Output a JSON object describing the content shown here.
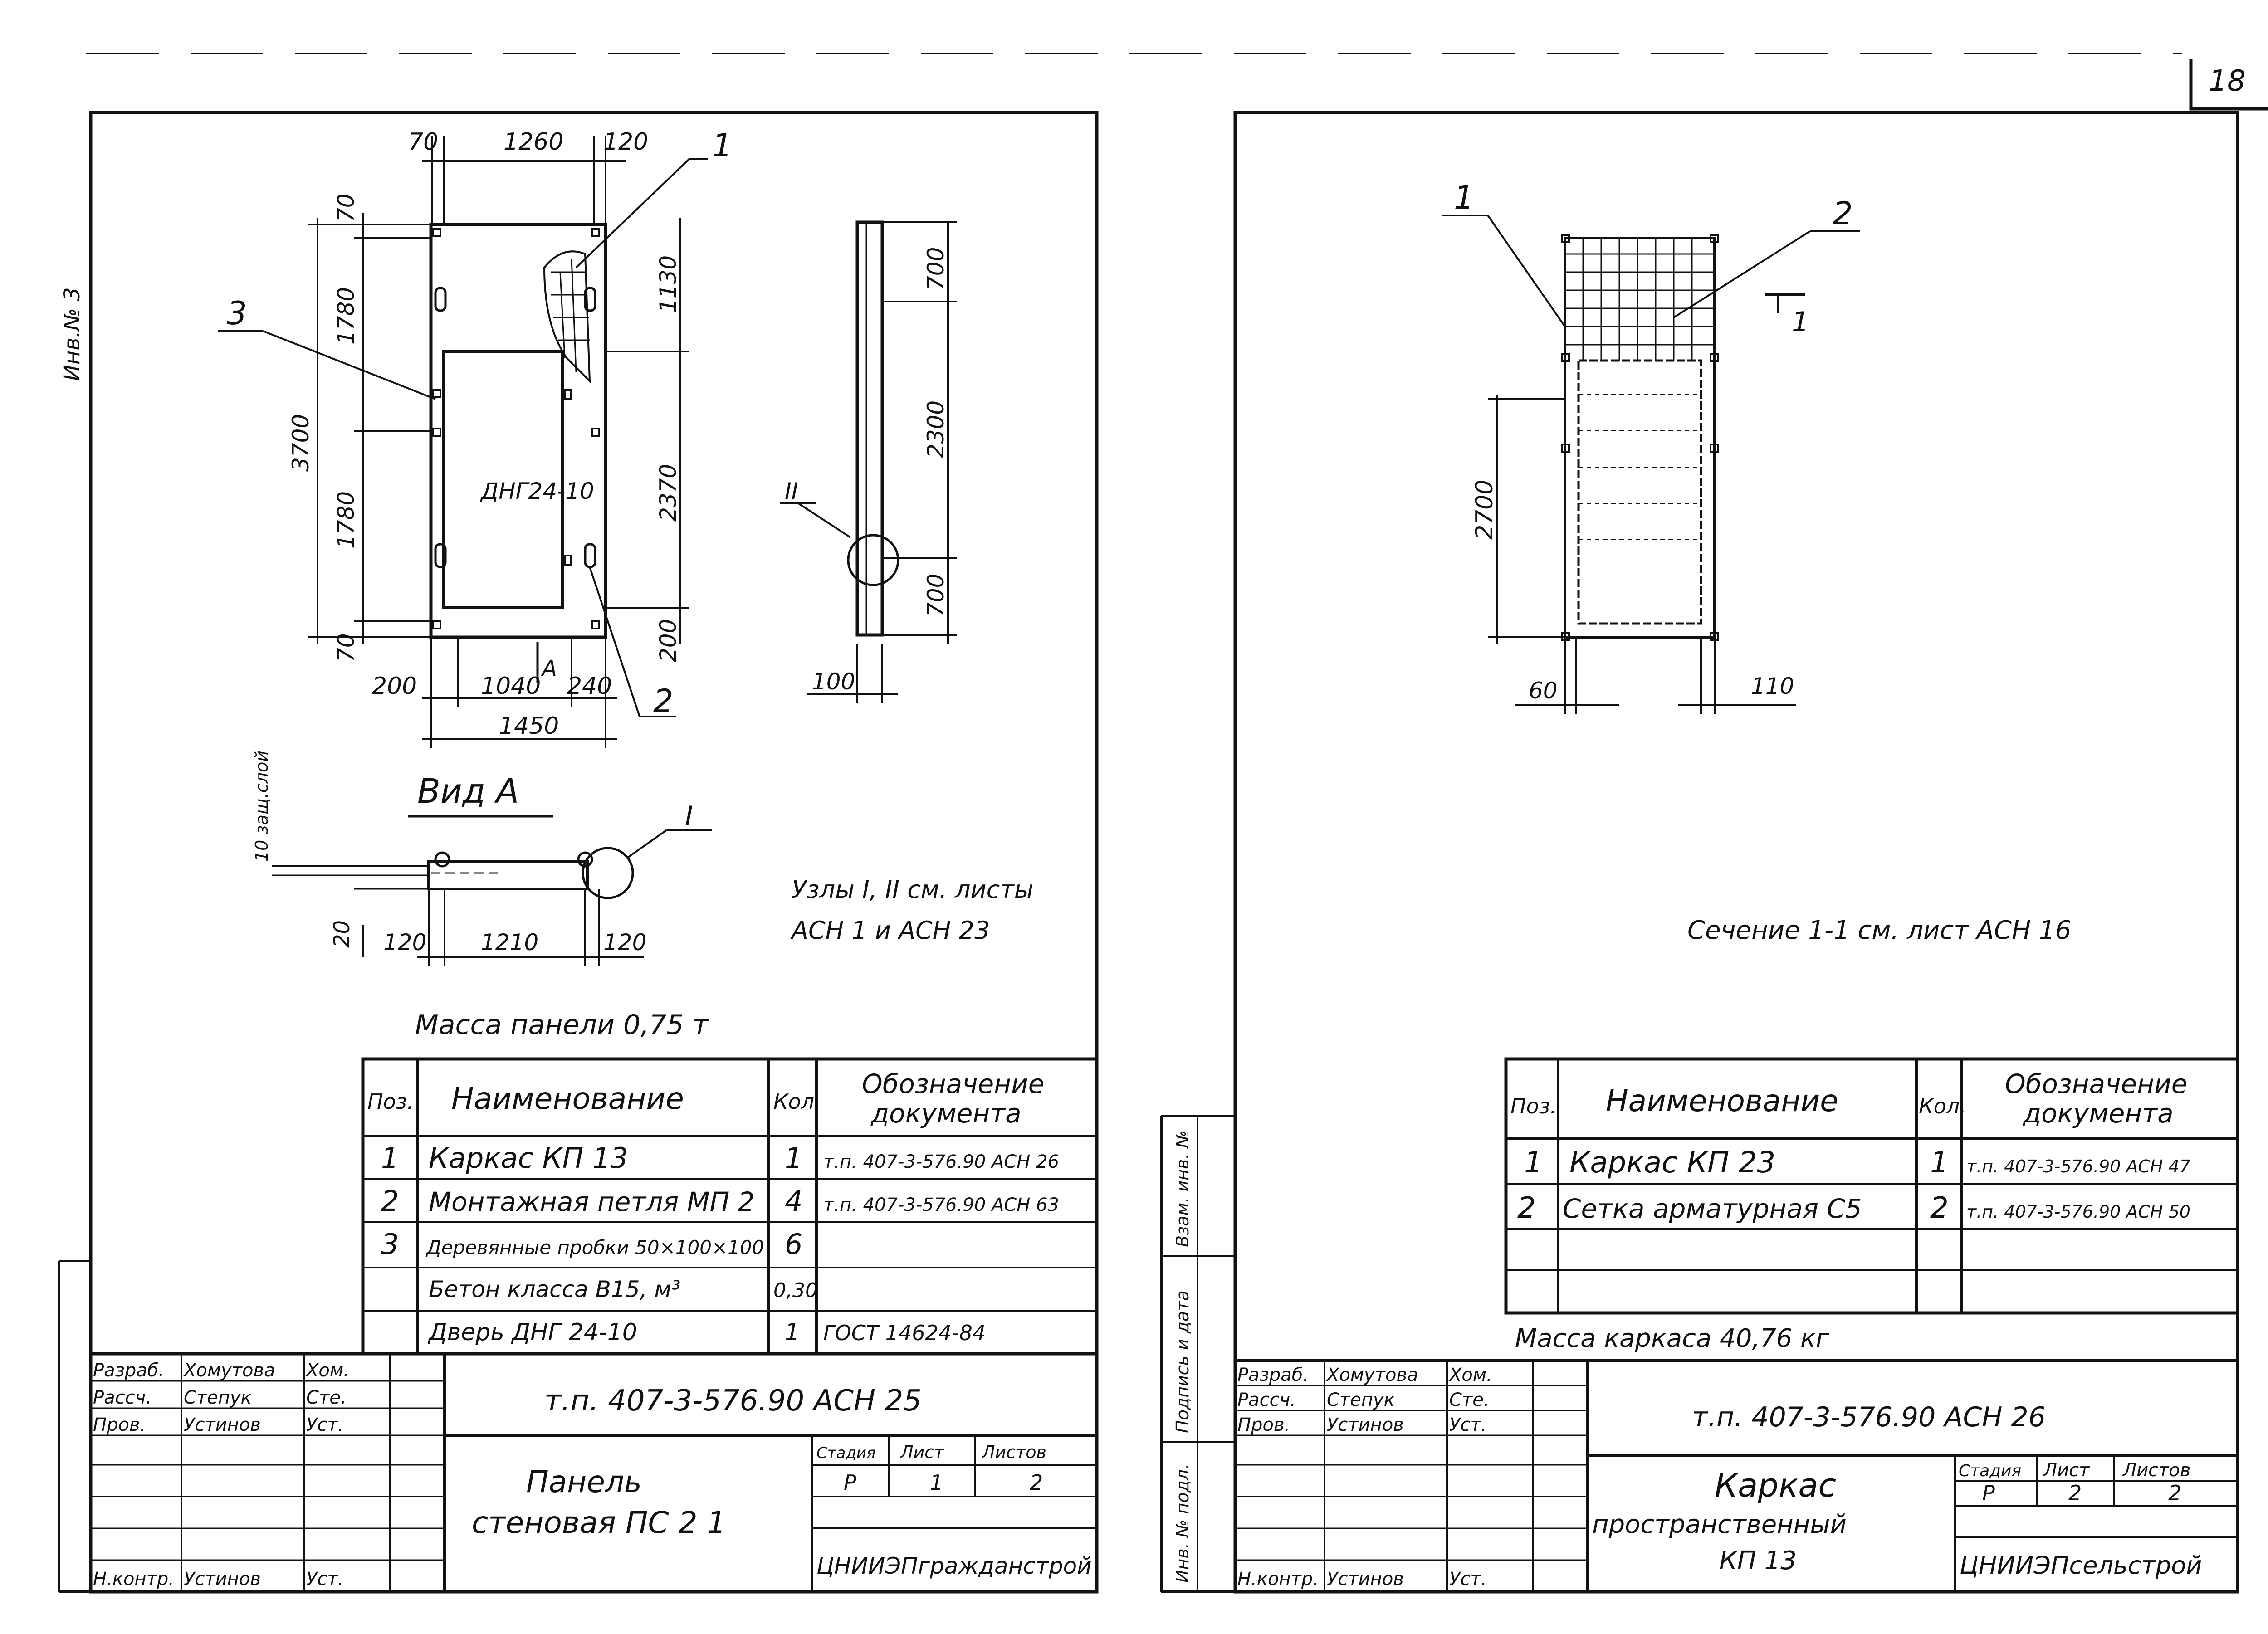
{
  "page_number": "18",
  "side_stamp": "Инв.№ 3",
  "left": {
    "dims": {
      "top_70": "70",
      "top_1260": "1260",
      "top_120": "120",
      "left_70_top": "70",
      "left_1780_top": "1780",
      "left_3700": "3700",
      "left_1780_bot": "1780",
      "left_70_bot": "70",
      "right_1130": "1130",
      "right_2370": "2370",
      "right_200": "200",
      "bot_200": "200",
      "bot_1040": "1040",
      "bot_240": "240",
      "bot_1450": "1450",
      "door_label": "ДНГ24-10",
      "arrow_A": "A",
      "side_700_top": "700",
      "side_2300": "2300",
      "side_700_bot": "700",
      "side_100": "100"
    },
    "callouts": {
      "c1": "1",
      "c2": "2",
      "c3": "3",
      "cII": "II",
      "cI": "I"
    },
    "view_a": {
      "title": "Вид А",
      "cover": "10 защ.слой",
      "d20": "20",
      "d120a": "120",
      "d1210": "1210",
      "d120b": "120"
    },
    "nodes_note": [
      "Узлы I, II см. листы",
      "АСН 1 и АСН 23"
    ],
    "mass": "Масса панели 0,75 т",
    "table": {
      "headers": {
        "pos": "Поз.",
        "name": "Наименование",
        "qty": "Кол.",
        "doc": [
          "Обозначение",
          "документа"
        ]
      },
      "rows": [
        {
          "pos": "1",
          "name": "Каркас КП 13",
          "qty": "1",
          "doc": "т.п. 407-3-576.90 АСН 26"
        },
        {
          "pos": "2",
          "name": "Монтажная петля МП 2",
          "qty": "4",
          "doc": "т.п. 407-3-576.90 АСН 63"
        },
        {
          "pos": "3",
          "name": "Деревянные пробки 50×100×100",
          "qty": "6",
          "doc": ""
        },
        {
          "pos": "",
          "name": "Бетон класса В15, м³",
          "qty": "0,30",
          "doc": ""
        },
        {
          "pos": "",
          "name": "Дверь ДНГ 24-10",
          "qty": "1",
          "doc": "ГОСТ 14624-84"
        }
      ]
    },
    "title_block": {
      "roles": [
        {
          "role": "Разраб.",
          "name": "Хомутова",
          "sign": "Хом."
        },
        {
          "role": "Рассч.",
          "name": "Степук",
          "sign": "Сте."
        },
        {
          "role": "Пров.",
          "name": "Устинов",
          "sign": "Уст."
        },
        {
          "role": "Н.контр.",
          "name": "Устинов",
          "sign": "Уст."
        }
      ],
      "code": "т.п. 407-3-576.90 АСН 25",
      "title_lines": [
        "Панель",
        "стеновая ПС 2 1"
      ],
      "stage_headers": [
        "Стадия",
        "Лист",
        "Листов"
      ],
      "stage_values": [
        "Р",
        "1",
        "2"
      ],
      "org": "ЦНИИЭПгражданстрой"
    }
  },
  "right": {
    "callouts": {
      "c1": "1",
      "c2": "2",
      "sec1": "1"
    },
    "dims": {
      "d2700": "2700",
      "d60": "60",
      "d110": "110"
    },
    "section_note": "Сечение 1-1 см. лист АСН 16",
    "side_labels": [
      "Взам. инв. №",
      "Подпись и дата",
      "Инв. № подл."
    ],
    "table": {
      "headers": {
        "pos": "Поз.",
        "name": "Наименование",
        "qty": "Кол.",
        "doc": [
          "Обозначение",
          "документа"
        ]
      },
      "rows": [
        {
          "pos": "1",
          "name": "Каркас КП 23",
          "qty": "1",
          "doc": "т.п. 407-3-576.90 АСН 47"
        },
        {
          "pos": "2",
          "name": "Сетка арматурная С5",
          "qty": "2",
          "doc": "т.п. 407-3-576.90 АСН 50"
        },
        {
          "pos": "",
          "name": "",
          "qty": "",
          "doc": ""
        },
        {
          "pos": "",
          "name": "",
          "qty": "",
          "doc": ""
        }
      ]
    },
    "mass": "Масса каркаса 40,76 кг",
    "title_block": {
      "roles": [
        {
          "role": "Разраб.",
          "name": "Хомутова",
          "sign": "Хом."
        },
        {
          "role": "Рассч.",
          "name": "Степук",
          "sign": "Сте."
        },
        {
          "role": "Пров.",
          "name": "Устинов",
          "sign": "Уст."
        },
        {
          "role": "Н.контр.",
          "name": "Устинов",
          "sign": "Уст."
        }
      ],
      "code": "т.п. 407-3-576.90 АСН 26",
      "title_lines": [
        "Каркас",
        "пространственный",
        "КП 13"
      ],
      "stage_headers": [
        "Стадия",
        "Лист",
        "Листов"
      ],
      "stage_values": [
        "Р",
        "2",
        "2"
      ],
      "org": "ЦНИИЭПсельстрой"
    }
  }
}
